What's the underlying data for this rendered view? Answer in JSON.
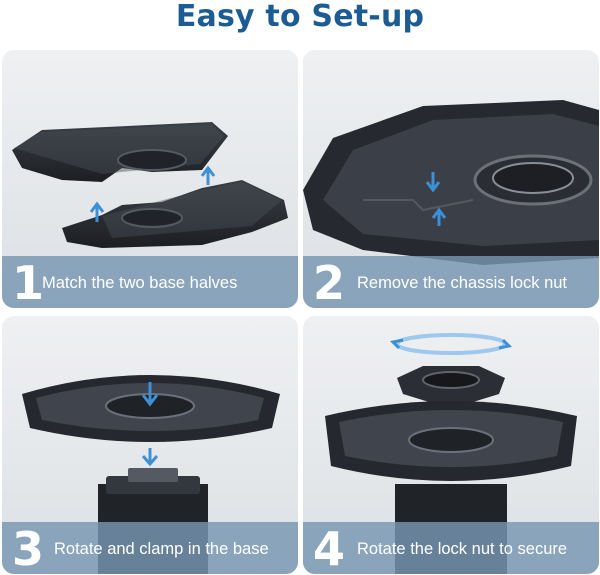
{
  "title": "Easy to Set-up",
  "steps": [
    {
      "number": "1",
      "label": "Match the two base halves"
    },
    {
      "number": "2",
      "label": "Remove the chassis lock nut"
    },
    {
      "number": "3",
      "label": "Rotate and clamp in the base"
    },
    {
      "number": "4",
      "label": "Rotate the lock nut to secure"
    }
  ],
  "colors": {
    "title": "#1c5c93",
    "caption_band": "#7896b2",
    "arrow": "#3d8fd6",
    "part": "#2a2d33"
  }
}
